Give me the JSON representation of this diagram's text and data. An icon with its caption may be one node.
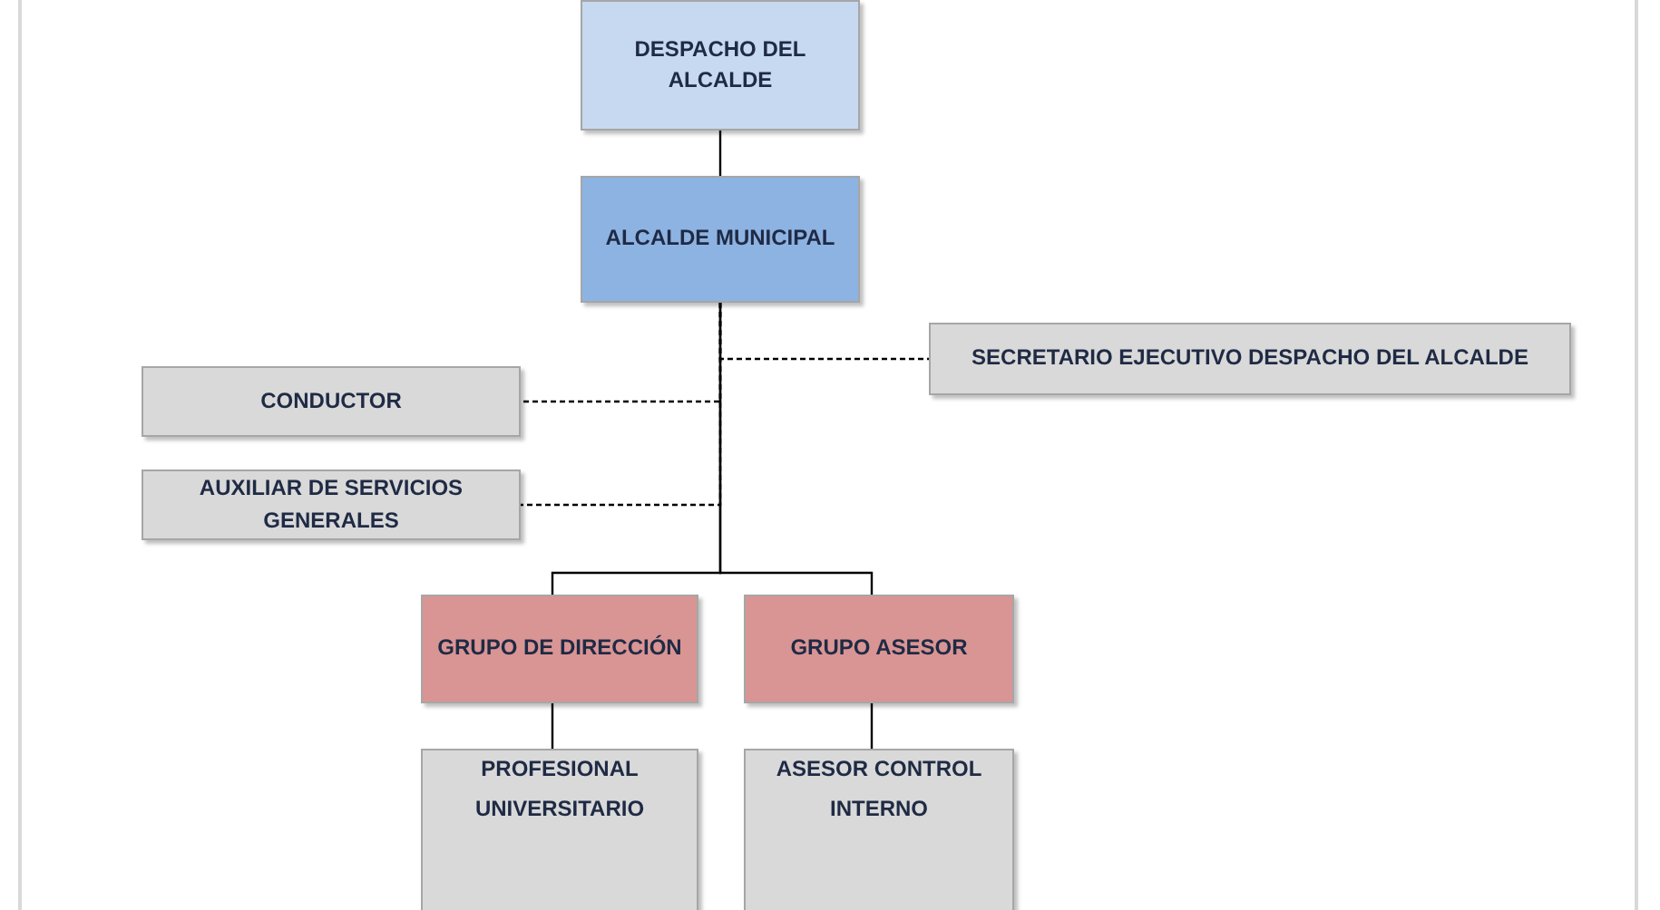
{
  "diagram": {
    "nodes": [
      {
        "text": [
          "DESPACHO DEL ALCALDE"
        ]
      },
      {
        "text": [
          "ALCALDE MUNICIPAL"
        ]
      },
      {
        "text": [
          "SECRETARIO EJECUTIVO DESPACHO DEL ALCALDE"
        ]
      },
      {
        "text": [
          "CONDUCTOR"
        ]
      },
      {
        "text": [
          "AUXILIAR DE SERVICIOS GENERALES"
        ]
      },
      {
        "text": [
          "GRUPO DE DIRECCIÓN"
        ]
      },
      {
        "text": [
          "GRUPO ASESOR"
        ]
      },
      {
        "text": [
          "PROFESIONAL UNIVERSITARIO"
        ]
      },
      {
        "text": [
          "ASESOR CONTROL INTERNO"
        ]
      }
    ],
    "edges": [
      {
        "from": 0,
        "to": 1,
        "arrow": "none"
      },
      {
        "from": 1,
        "to": 2,
        "arrow": "none",
        "style": "dashed"
      },
      {
        "from": 1,
        "to": 3,
        "arrow": "none",
        "style": "dashed"
      },
      {
        "from": 1,
        "to": 4,
        "arrow": "none",
        "style": "dashed"
      },
      {
        "from": 1,
        "to": 5,
        "arrow": "none"
      },
      {
        "from": 1,
        "to": 6,
        "arrow": "none"
      },
      {
        "from": 5,
        "to": 7,
        "arrow": "none"
      },
      {
        "from": 6,
        "to": 8,
        "arrow": "none"
      }
    ]
  }
}
